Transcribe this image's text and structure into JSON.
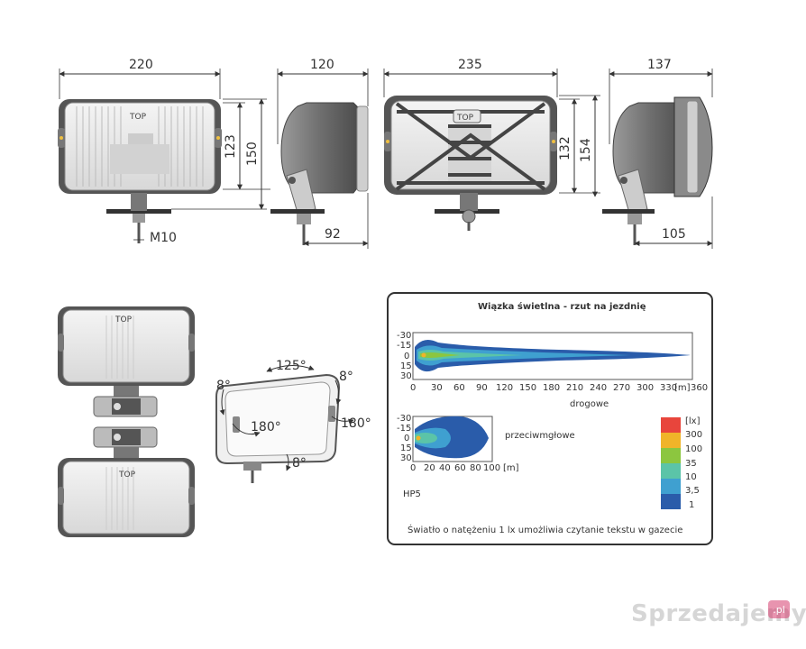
{
  "dimensions": {
    "front_width": "220",
    "front_inner_height": "123",
    "front_height": "150",
    "mount_thread": "M10",
    "side_depth": "120",
    "side_mount_offset": "92",
    "grille_width": "235",
    "grille_inner_height": "132",
    "grille_height": "154",
    "grille_side_depth": "137",
    "grille_side_mount_offset": "105"
  },
  "lamp": {
    "top_label": "TOP"
  },
  "angles": {
    "rotate_top": "125°",
    "tilt_left": "8°",
    "tilt_right": "8°",
    "swivel_left": "180°",
    "swivel_right": "180°",
    "tilt_bottom": "8°"
  },
  "beam_panel": {
    "title": "Wiązka świetlna - rzut na jezdnię",
    "driving": {
      "label": "drogowe",
      "y_ticks": [
        "-30",
        "-15",
        "0",
        "15",
        "30"
      ],
      "x_ticks": [
        "0",
        "30",
        "60",
        "90",
        "120",
        "150",
        "180",
        "210",
        "240",
        "270",
        "300",
        "330",
        "[m]",
        "360"
      ]
    },
    "fog": {
      "label": "przeciwmgłowe",
      "y_ticks": [
        "-30",
        "-15",
        "0",
        "15",
        "30"
      ],
      "x_ticks": [
        "0",
        "20",
        "40",
        "60",
        "80",
        "100",
        "[m]"
      ]
    },
    "legend": {
      "unit": "[lx]",
      "levels": [
        "300",
        "100",
        "35",
        "10",
        "3,5",
        "1"
      ],
      "colors": [
        "#e8453c",
        "#f0b429",
        "#8cc63f",
        "#5bc4a8",
        "#3fa0d0",
        "#2a5caa"
      ]
    },
    "bulb": "HP5",
    "footnote": "Światło o natężeniu 1 lx umożliwia czytanie tekstu w gazecie"
  },
  "watermark": {
    "text": "Sprzedajemy",
    "badge": ".pl"
  }
}
